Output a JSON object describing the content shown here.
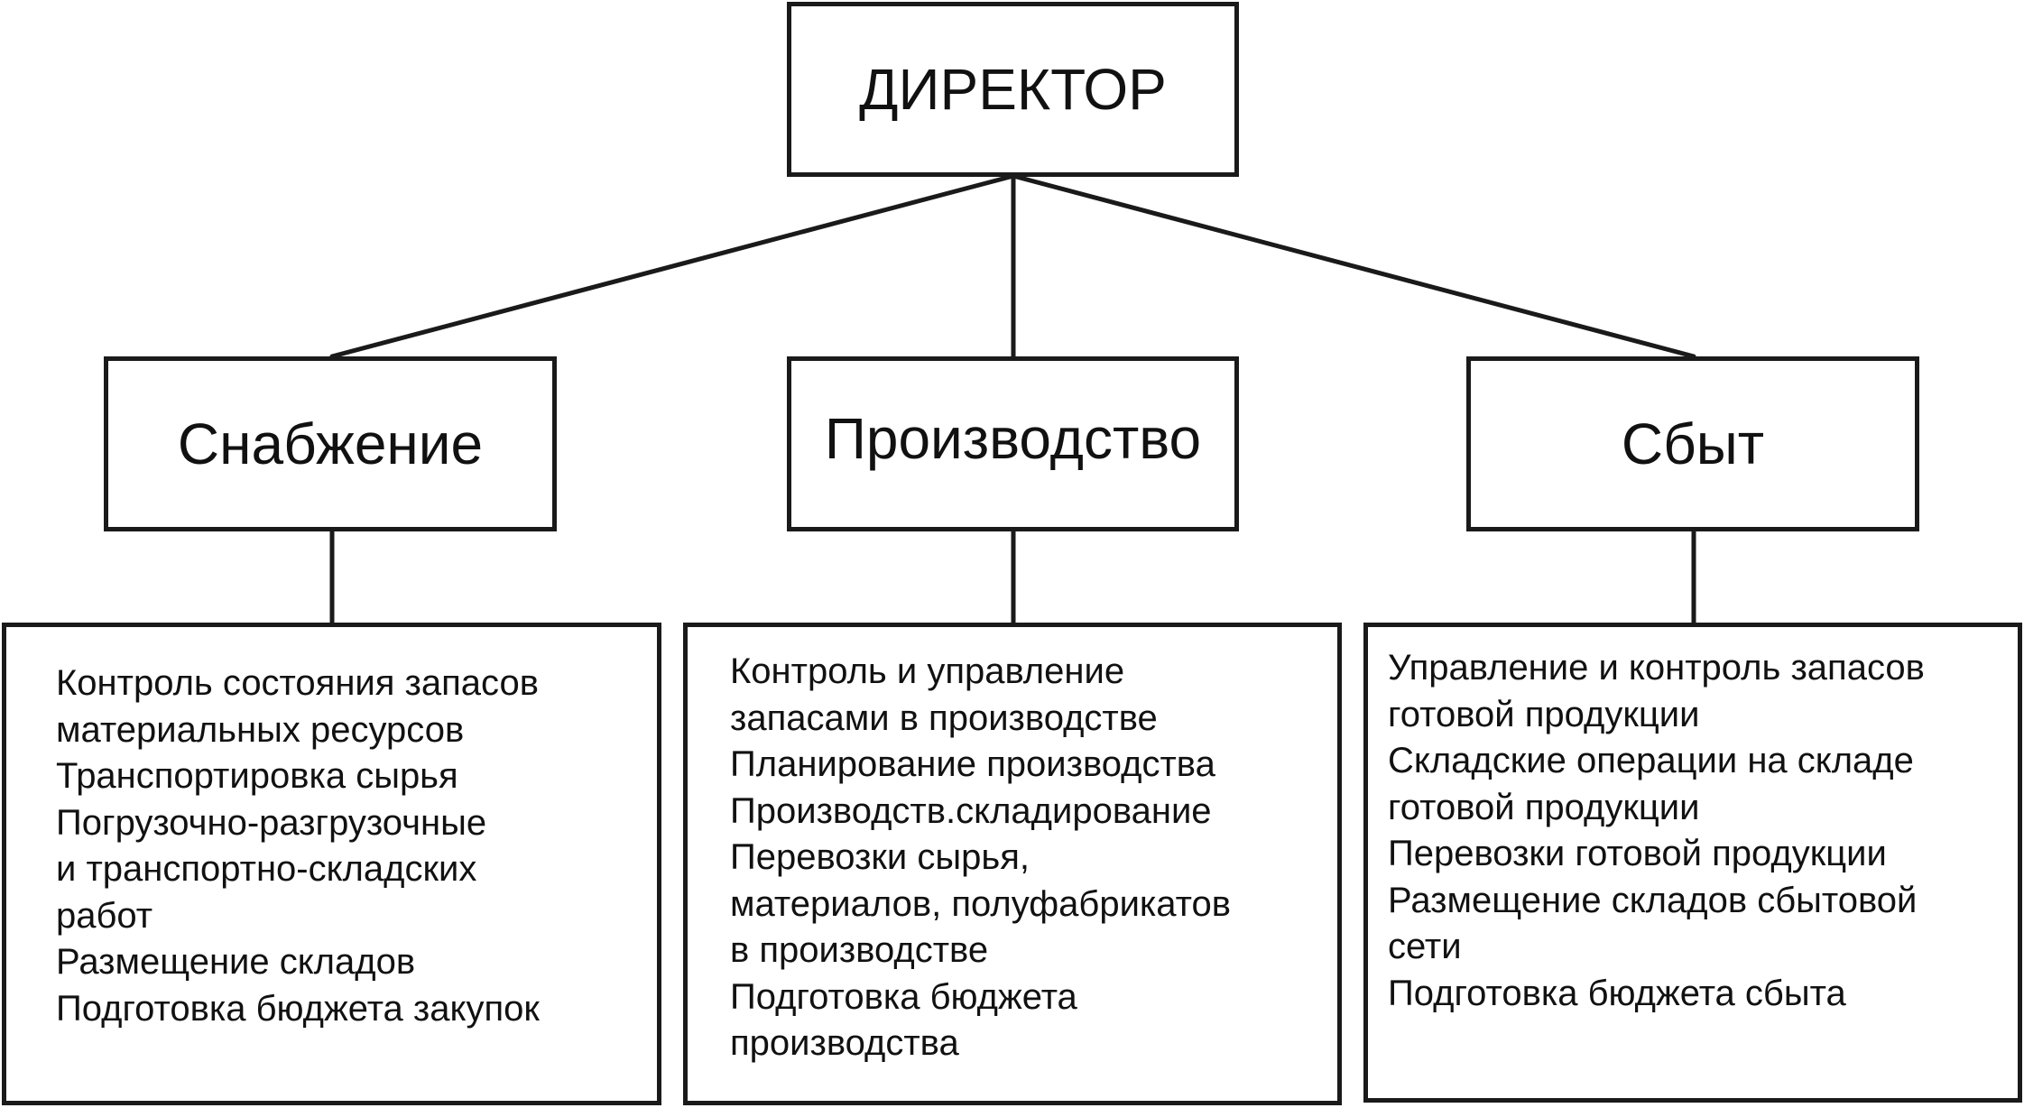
{
  "diagram": {
    "director": {
      "label": "ДИРЕКТОР"
    },
    "departments": [
      {
        "label": "Снабжение",
        "functions": [
          "Контроль состояния запасов",
          "материальных ресурсов",
          "Транспортировка сырья",
          "Погрузочно-разгрузочные",
          "и транспортно-складских",
          "работ",
          "Размещение складов",
          "Подготовка бюджета закупок"
        ]
      },
      {
        "label": "Производство",
        "functions": [
          "Контроль и управление",
          "запасами в производстве",
          "Планирование производства",
          "Производств.складирование",
          "Перевозки сырья,",
          "материалов, полуфабрикатов",
          "в производстве",
          "Подготовка бюджета",
          "производства"
        ]
      },
      {
        "label": "Сбыт",
        "functions": [
          "Управление и контроль запасов",
          "готовой продукции",
          "Складские операции на складе",
          "готовой продукции",
          "Перевозки готовой продукции",
          "Размещение складов сбытовой",
          "сети",
          "Подготовка бюджета сбыта"
        ]
      }
    ]
  }
}
